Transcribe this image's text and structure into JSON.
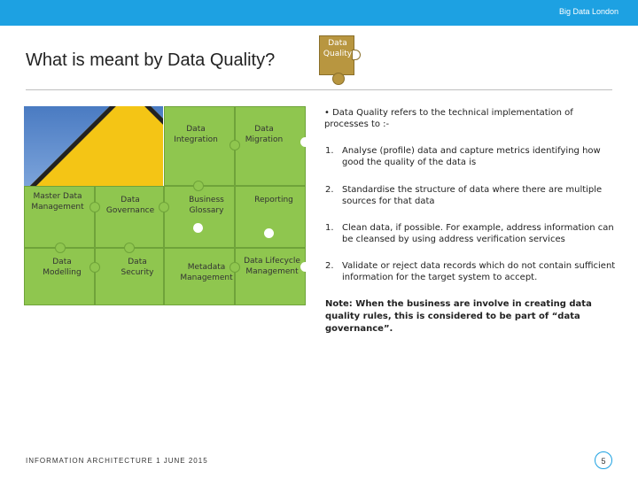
{
  "header": {
    "brand": "Big Data London",
    "accent_color": "#1da1e2"
  },
  "title": "What is meant by Data Quality?",
  "dq_piece": {
    "label": "Data Quality",
    "color": "#b89640"
  },
  "puzzle": {
    "color": "#8fc64f",
    "pieces": [
      {
        "label": "Data Integration"
      },
      {
        "label": "Data Migration"
      },
      {
        "label": "Master Data Management"
      },
      {
        "label": "Data Governance"
      },
      {
        "label": "Business Glossary"
      },
      {
        "label": "Reporting"
      },
      {
        "label": "Data Modelling"
      },
      {
        "label": "Data Security"
      },
      {
        "label": "Metadata Management"
      },
      {
        "label": "Data Lifecycle Management"
      }
    ]
  },
  "content": {
    "bullet": "• Data Quality refers to the technical implementation of processes to :-",
    "items": [
      {
        "num": "1.",
        "text": "Analyse (profile) data and capture metrics identifying how good the quality of the data is"
      },
      {
        "num": "2.",
        "text": "Standardise the structure of data where there are multiple sources for that data"
      },
      {
        "num": "1.",
        "text": "Clean data, if possible. For example, address information can be cleansed by using address verification services"
      },
      {
        "num": "2.",
        "text": "Validate or reject data records which do not contain sufficient information for the target system to accept."
      }
    ],
    "note": "Note: When the business are involve in creating data quality rules, this is considered to be part of “data governance”."
  },
  "footer": {
    "text": "INFORMATION ARCHITECTURE 1 JUNE 2015",
    "page": "5"
  }
}
